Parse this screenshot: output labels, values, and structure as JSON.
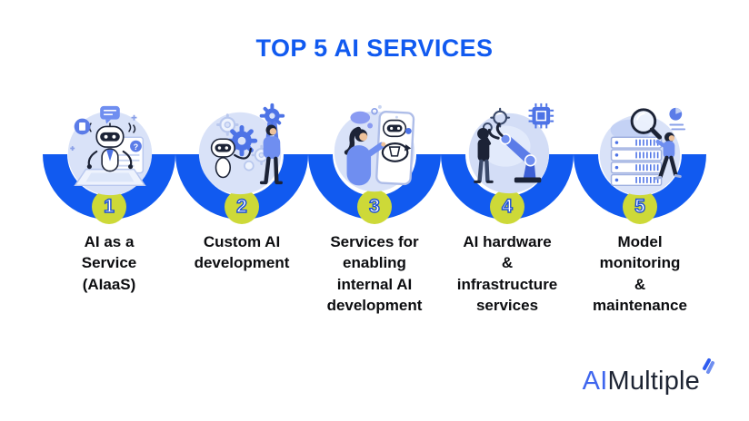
{
  "title": "TOP 5 AI SERVICES",
  "colors": {
    "accent_blue": "#115af0",
    "badge_lime": "#cdd938",
    "label_text": "#0c0d10",
    "illustration_blob": "#d9e2f8",
    "illustration_blue": "#4d73e6",
    "logo_blue": "#3f66ee",
    "logo_dark": "#1d2433"
  },
  "items": [
    {
      "number": "1",
      "label": "AI as a\nService\n(AIaaS)",
      "illustration": "robot-on-laptop"
    },
    {
      "number": "2",
      "label": "Custom AI\ndevelopment",
      "illustration": "robot-person-gears"
    },
    {
      "number": "3",
      "label": "Services for\nenabling\ninternal AI\ndevelopment",
      "illustration": "woman-robot-tablet"
    },
    {
      "number": "4",
      "label": "AI hardware\n&\ninfrastructure\nservices",
      "illustration": "robotic-arm-chip"
    },
    {
      "number": "5",
      "label": "Model\nmonitoring\n&\nmaintenance",
      "illustration": "server-magnifier"
    }
  ],
  "logo": {
    "part1": "AI",
    "part2": "Multiple"
  }
}
